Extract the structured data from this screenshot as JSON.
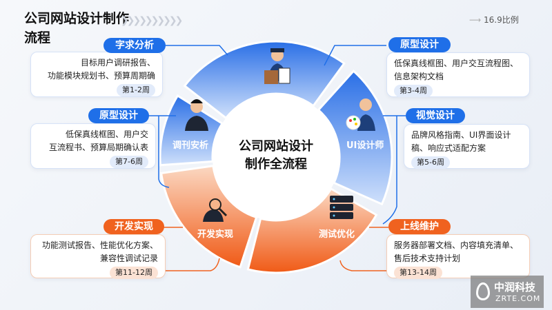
{
  "title": "公司网站设计制作流程",
  "ratio_label": "16.9比例",
  "center": {
    "line1": "公司网站设计",
    "line2": "制作全流程"
  },
  "segments": [
    {
      "label": "调刊安析",
      "icon": "analyst-person-icon"
    },
    {
      "label": "UI设计师",
      "icon": "designer-palette-icon"
    },
    {
      "label": "开发实现",
      "icon": "developer-magnifier-icon"
    },
    {
      "label": "测试优化",
      "icon": "server-stack-icon"
    },
    {
      "label": "",
      "icon": "manager-clipboard-icon"
    }
  ],
  "stages": [
    {
      "title": "字求分析",
      "lines": [
        "目标用户调研报告、",
        "功能模块规划书、预算周期确"
      ],
      "weeks": "第1-2周"
    },
    {
      "title": "原型设计",
      "lines": [
        "低保真线框图、用户交",
        "互流程书、预算局期确认表"
      ],
      "weeks": "第7-6周"
    },
    {
      "title": "开发实现",
      "lines": [
        "功能测试报告、性能优化方案、",
        "兼容性调试记录"
      ],
      "weeks": "第11-12周"
    },
    {
      "title": "原型设计",
      "lines": [
        "低保真线框图、用户交互流程图、",
        "信息架构文档"
      ],
      "weeks": "第3-4周"
    },
    {
      "title": "视觉设计",
      "lines": [
        "品牌风格指南、UI界面设计",
        "稿、响应式适配方案"
      ],
      "weeks": "第5-6周"
    },
    {
      "title": "上线维护",
      "lines": [
        "服务器部署文档、内容填充清单、",
        "售后技术支持计划"
      ],
      "weeks": "第13-14周"
    }
  ],
  "watermark": {
    "name": "中润科技",
    "url": "ZRTE.COM"
  },
  "colors": {
    "blue": "#1f6fe8",
    "orange": "#f0621f"
  }
}
